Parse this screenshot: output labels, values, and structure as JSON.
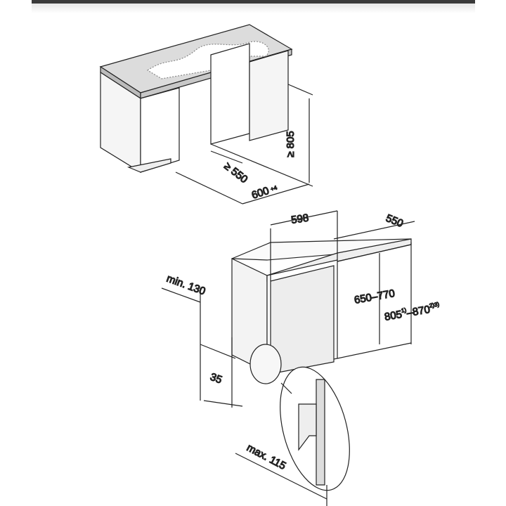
{
  "labels": {
    "height_min": "≥ 805",
    "depth_min": "≥ 550",
    "width_base": "600",
    "width_tol": "+4",
    "appliance_width": "598",
    "appliance_depth": "550",
    "door_height": "650–770",
    "niche_height_a": "805",
    "niche_height_a_note": "1)",
    "niche_height_sep": "–870",
    "niche_height_b_note": "2)3)",
    "plinth_min": "min. 130",
    "plinth_gap": "35",
    "plinth_max": "max. 115"
  },
  "colors": {
    "line": "#222222",
    "fill": "#f4f4f4",
    "counter": "#d9d9d9",
    "bar": "#3a3a3a"
  }
}
